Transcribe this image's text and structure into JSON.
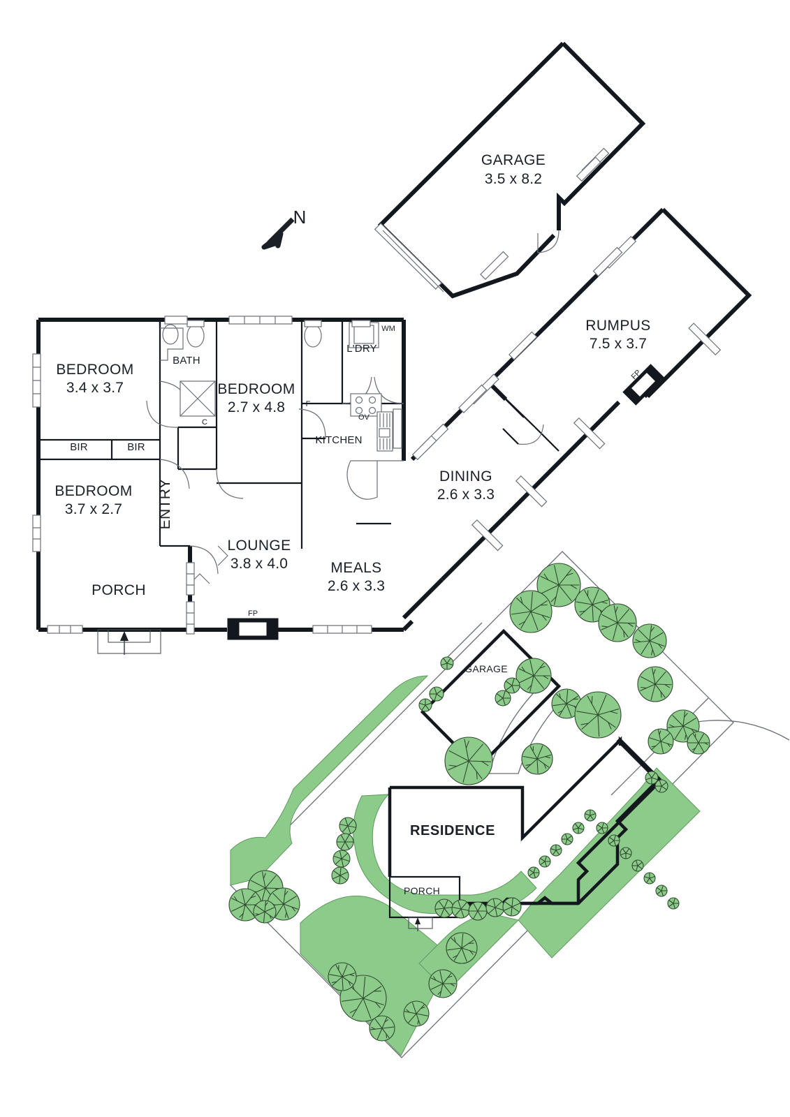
{
  "document": {
    "type": "real-estate-floorplan",
    "orientation_label": "N",
    "north_arrow": "north-arrow-pointing-down-left"
  },
  "colors": {
    "wall": "#13171e",
    "fixture": "#6a6f78",
    "garden_fill": "#8ccb8a",
    "garden_stroke": "#5f9a5e",
    "tree_outline": "#2f4a2f",
    "background": "#ffffff"
  },
  "floorplan": {
    "rooms": [
      {
        "id": "garage",
        "name": "GARAGE",
        "dimensions": "3.5 x 8.2"
      },
      {
        "id": "rumpus",
        "name": "RUMPUS",
        "dimensions": "7.5 x 3.7"
      },
      {
        "id": "bedroom1",
        "name": "BEDROOM",
        "dimensions": "3.4 x 3.7"
      },
      {
        "id": "bedroom2",
        "name": "BEDROOM",
        "dimensions": "2.7 x 4.8"
      },
      {
        "id": "bedroom3",
        "name": "BEDROOM",
        "dimensions": "3.7 x 2.7"
      },
      {
        "id": "lounge",
        "name": "LOUNGE",
        "dimensions": "3.8 x 4.0"
      },
      {
        "id": "meals",
        "name": "MEALS",
        "dimensions": "2.6 x 3.3"
      },
      {
        "id": "dining",
        "name": "DINING",
        "dimensions": "2.6 x 3.3"
      },
      {
        "id": "bath",
        "name": "BATH",
        "dimensions": ""
      },
      {
        "id": "laundry",
        "name": "L'DRY",
        "dimensions": ""
      },
      {
        "id": "kitchen",
        "name": "KITCHEN",
        "dimensions": ""
      },
      {
        "id": "entry",
        "name": "ENTRY",
        "dimensions": ""
      },
      {
        "id": "porch",
        "name": "PORCH",
        "dimensions": ""
      }
    ],
    "annotations": {
      "bir_left": "BIR",
      "bir_right": "BIR",
      "closet": "C",
      "fridge": "F",
      "oven": "OV",
      "washing_machine": "WM",
      "fireplace_lounge": "FP",
      "fireplace_rumpus": "FP"
    }
  },
  "siteplan": {
    "residence_label": "RESIDENCE",
    "garage_label": "GARAGE",
    "porch_label": "PORCH",
    "tree_count": 38,
    "garden_beds": 4
  }
}
